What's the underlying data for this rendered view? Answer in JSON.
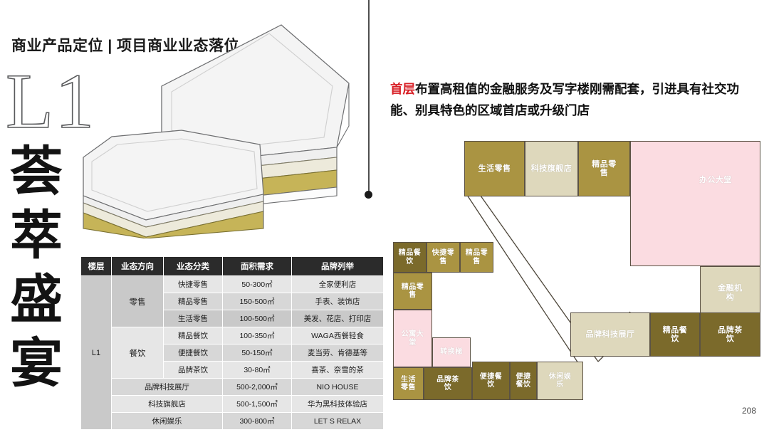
{
  "slide": {
    "title": "商业产品定位 | 项目商业业态落位",
    "floor_code": "L1",
    "slogan": [
      "荟",
      "萃",
      "盛",
      "宴"
    ],
    "page_number": "208"
  },
  "headline": {
    "highlight": "首层",
    "rest": "布置高租值的金融服务及写字楼刚需配套，引进具有社交功能、别具特色的区域首店或升级门店",
    "highlight_color": "#d81f26"
  },
  "table": {
    "headers": [
      "楼层",
      "业态方向",
      "业态分类",
      "面积需求",
      "品牌列举"
    ],
    "floor": "L1",
    "rows": [
      {
        "direction": "零售",
        "category": "快捷零售",
        "area": "50-300㎡",
        "brands": "全家便利店"
      },
      {
        "direction": "零售",
        "category": "精品零售",
        "area": "150-500㎡",
        "brands": "手表、装饰店"
      },
      {
        "direction": "零售",
        "category": "生活零售",
        "area": "100-500㎡",
        "brands": "美发、花店、打印店"
      },
      {
        "direction": "餐饮",
        "category": "精品餐饮",
        "area": "100-350㎡",
        "brands": "WAGA西餐轻食"
      },
      {
        "direction": "餐饮",
        "category": "便捷餐饮",
        "area": "50-150㎡",
        "brands": "麦当劳、肯德基等"
      },
      {
        "direction": "餐饮",
        "category": "品牌茶饮",
        "area": "30-80㎡",
        "brands": "喜茶、奈雪的茶"
      }
    ],
    "merged_rows": [
      {
        "category": "品牌科技展厅",
        "area": "500-2,000㎡",
        "brands": "NIO HOUSE"
      },
      {
        "category": "科技旗舰店",
        "area": "500-1,500㎡",
        "brands": "华为黑科技体验店"
      },
      {
        "category": "休闲娱乐",
        "area": "300-800㎡",
        "brands": "LET S RELAX"
      }
    ]
  },
  "plan": {
    "legend_colors": {
      "olive": "#aa9442",
      "olive_dark": "#7b6a2b",
      "beige": "#ded8bc",
      "pink": "#fbdce1"
    },
    "cells": [
      {
        "id": "top-life-retail",
        "label": "生活零售",
        "color": "olive"
      },
      {
        "id": "top-tech-flagship",
        "label": "科技旗舰店",
        "color": "beige"
      },
      {
        "id": "top-boutique-retail",
        "label": "精品零售",
        "color": "olive"
      },
      {
        "id": "office-lobby",
        "label": "办公大堂",
        "color": "pink"
      },
      {
        "id": "finance-org",
        "label": "金融机构",
        "color": "beige"
      },
      {
        "id": "brand-tech-hall",
        "label": "品牌科技展厅",
        "color": "beige"
      },
      {
        "id": "right-fine-dining",
        "label": "精品餐饮",
        "color": "olive_dark"
      },
      {
        "id": "right-brand-tea",
        "label": "品牌茶饮",
        "color": "olive_dark"
      },
      {
        "id": "left-fine-dining",
        "label": "精品餐饮",
        "color": "olive_dark"
      },
      {
        "id": "left-quick-retail",
        "label": "快捷零售",
        "color": "olive"
      },
      {
        "id": "left-boutique-top",
        "label": "精品零售",
        "color": "olive"
      },
      {
        "id": "left-boutique-mid",
        "label": "精品零售",
        "color": "olive"
      },
      {
        "id": "apartment-lobby",
        "label": "公寓大堂",
        "color": "pink"
      },
      {
        "id": "transfer-stair",
        "label": "转换梯",
        "color": "pink"
      },
      {
        "id": "bottom-life-retail",
        "label": "生活零售",
        "color": "olive"
      },
      {
        "id": "bottom-brand-tea",
        "label": "品牌茶饮",
        "color": "olive_dark"
      },
      {
        "id": "bottom-quick-food-1",
        "label": "便捷餐饮",
        "color": "olive_dark"
      },
      {
        "id": "bottom-quick-food-2",
        "label": "便捷餐饮",
        "color": "olive_dark"
      },
      {
        "id": "leisure-ent",
        "label": "休闲娱乐",
        "color": "beige"
      }
    ]
  }
}
